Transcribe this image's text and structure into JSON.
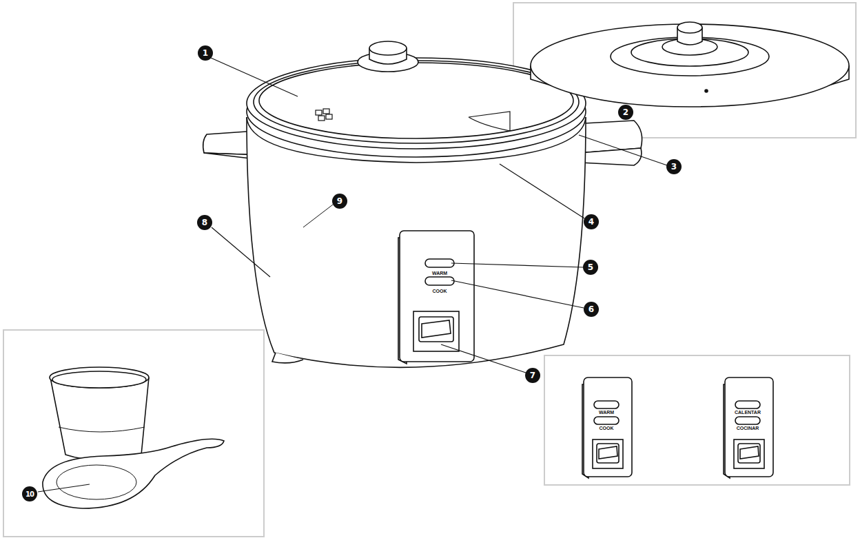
{
  "diagram": {
    "labels": [
      "1",
      "2",
      "3",
      "4",
      "8",
      "5",
      "WARM",
      "COOK",
      "6",
      "7",
      "9",
      "10",
      "WARM",
      "COOK",
      "CALENTAR",
      "COCINAR"
    ]
  }
}
